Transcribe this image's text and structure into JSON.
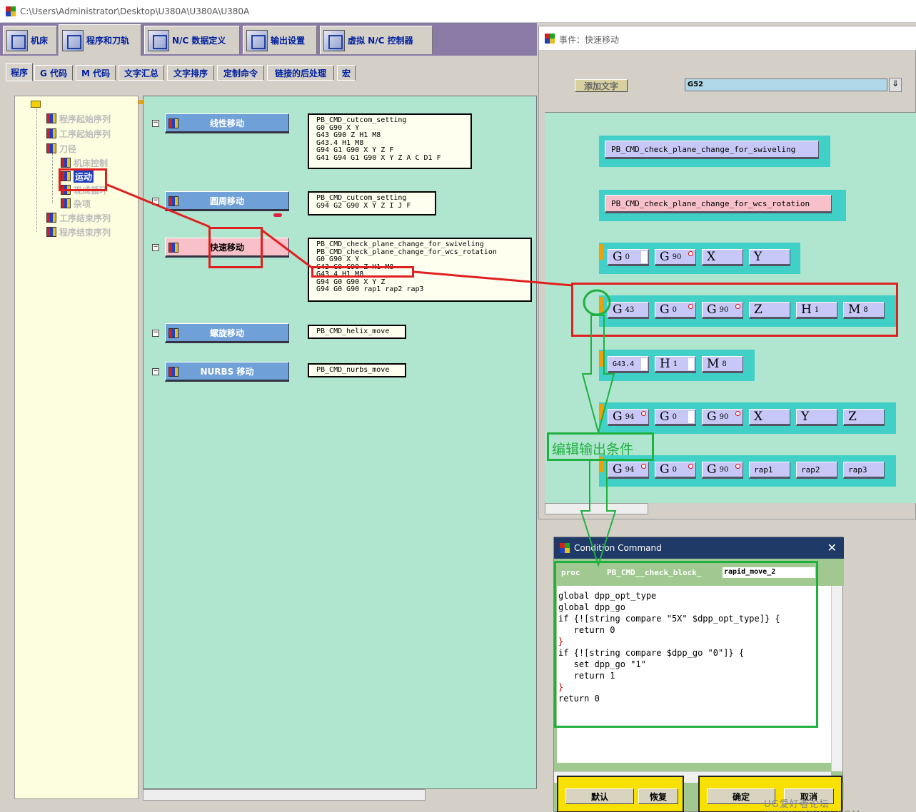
{
  "window_title": "C:\\Users\\Administrator\\Desktop\\U380A\\U380A\\U380A",
  "main_tabs": [
    {
      "label": "机床"
    },
    {
      "label": "程序和刀轨"
    },
    {
      "label": "N/C 数据定义"
    },
    {
      "label": "输出设置"
    },
    {
      "label": "虚拟 N/C 控制器"
    }
  ],
  "sub_tabs": [
    "程序",
    "G 代码",
    "M 代码",
    "文字汇总",
    "文字排序",
    "定制命令",
    "链接的后处理",
    "宏"
  ],
  "tree": [
    "程序起始序列",
    "工序起始序列",
    "刀径",
    "机床控制",
    "运动",
    "现成循环",
    "杂项",
    "工序结束序列",
    "程序结束序列"
  ],
  "events": [
    {
      "label": "线性移动",
      "lines": [
        "PB_CMD_cutcom_setting",
        "G0 G90 X Y",
        "G43 G90 Z H1 M8",
        "G43.4 H1 M8",
        "G94 G1 G90 X Y Z F",
        "G41 G94 G1 G90 X Y Z A C D1 F"
      ]
    },
    {
      "label": "圆周移动",
      "lines": [
        "PB_CMD_cutcom_setting",
        "G94 G2 G90 X Y Z I J F"
      ]
    },
    {
      "label": "快速移动",
      "lines": [
        "PB_CMD_check_plane_change_for_swiveling",
        "PB_CMD_check_plane_change_for_wcs_rotation",
        "G0 G90 X Y",
        "G43 G0 G90 Z H1 M8",
        "G43.4 H1 M8",
        "G94 G0 G90 X Y Z",
        "G94 G0 G90 rap1 rap2 rap3"
      ]
    },
    {
      "label": "螺旋移动",
      "lines": [
        "PB_CMD_helix_move"
      ]
    },
    {
      "label": "NURBS 移动",
      "lines": [
        "PB_CMD_nurbs_move"
      ]
    }
  ],
  "event_window": {
    "title": "事件：快速移动",
    "add_word_label": "添加文字",
    "word_value": "G52",
    "download_icon": "⇓",
    "cmd_swivel": "PB_CMD_check_plane_change_for_swiveling",
    "cmd_wcs": "PB_CMD_check_plane_change_for_wcs_rotation",
    "rows": [
      [
        {
          "l": "G",
          "s": "0"
        },
        {
          "l": "G",
          "s": "90"
        },
        {
          "l": "X",
          "s": ""
        },
        {
          "l": "Y",
          "s": ""
        }
      ],
      [
        {
          "l": "G",
          "s": "43"
        },
        {
          "l": "G",
          "s": "0"
        },
        {
          "l": "G",
          "s": "90"
        },
        {
          "l": "Z",
          "s": ""
        },
        {
          "l": "H",
          "s": "1"
        },
        {
          "l": "M",
          "s": "8"
        }
      ],
      [
        {
          "l": "G43.4",
          "s": ""
        },
        {
          "l": "H",
          "s": "1"
        },
        {
          "l": "M",
          "s": "8"
        }
      ],
      [
        {
          "l": "G",
          "s": "94"
        },
        {
          "l": "G",
          "s": "0"
        },
        {
          "l": "G",
          "s": "90"
        },
        {
          "l": "X",
          "s": ""
        },
        {
          "l": "Y",
          "s": ""
        },
        {
          "l": "Z",
          "s": ""
        }
      ],
      [
        {
          "l": "G",
          "s": "94"
        },
        {
          "l": "G",
          "s": "0"
        },
        {
          "l": "G",
          "s": "90"
        },
        {
          "l": "rap1",
          "s": ""
        },
        {
          "l": "rap2",
          "s": ""
        },
        {
          "l": "rap3",
          "s": ""
        }
      ]
    ]
  },
  "annotation": {
    "label": "编辑输出条件"
  },
  "condition_dialog": {
    "title": "Condition Command",
    "close_icon": "✕",
    "proc_prefix": "proc",
    "proc_base": "PB_CMD__check_block_",
    "proc_name": "rapid_move_2",
    "code": [
      "global dpp_opt_type",
      "global dpp_go",
      "",
      "if {![string compare \"5X\" $dpp_opt_type]} {",
      "   return 0",
      "}",
      "if {![string compare $dpp_go \"0\"]} {",
      "   set dpp_go \"1\"",
      "   return 1",
      "}",
      "return 0"
    ],
    "tail": "}",
    "default_label": "默认",
    "restore_label": "恢复",
    "ok_label": "确定",
    "cancel_label": "取消"
  },
  "watermark": "UG爱好者论坛 WWW.UGSNX.COM",
  "colors": {
    "accent_red": "#e02020",
    "accent_green": "#20b040",
    "canvas": "#b0e6d0",
    "block_row": "#40d0c8"
  }
}
